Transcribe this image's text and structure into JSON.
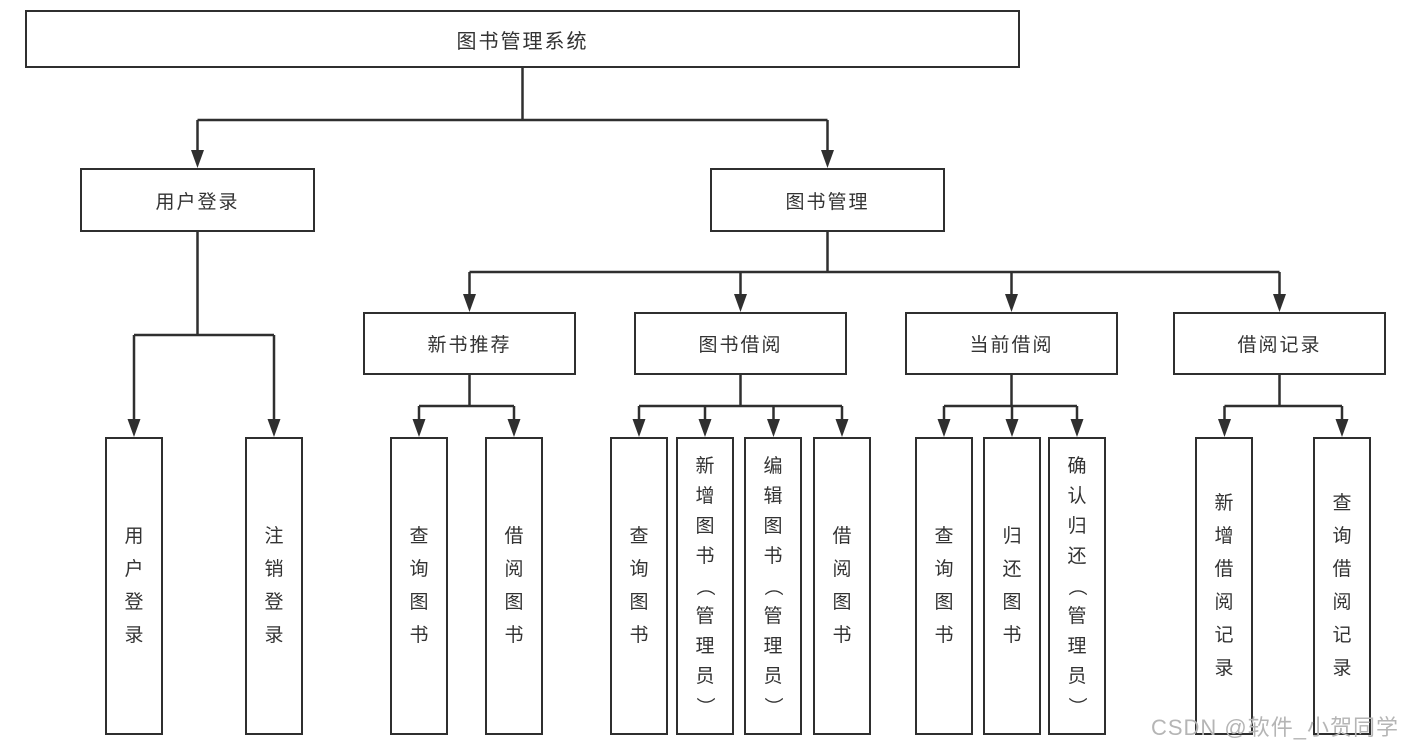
{
  "diagram": {
    "title": "图书管理系统",
    "nodes": {
      "root": "图书管理系统",
      "user_login": "用户登录",
      "book_mgmt": "图书管理",
      "new_books": "新书推荐",
      "book_borrow": "图书借阅",
      "current_borrow": "当前借阅",
      "borrow_records": "借阅记录"
    },
    "leaves": {
      "user": [
        "用户登录",
        "注销登录"
      ],
      "new_books": [
        "查询图书",
        "借阅图书"
      ],
      "book_borrow": [
        "查询图书",
        "新增图书（管理员）",
        "编辑图书（管理员）",
        "借阅图书"
      ],
      "current_borrow": [
        "查询图书",
        "归还图书",
        "确认归还（管理员）"
      ],
      "borrow_records": [
        "新增借阅记录",
        "查询借阅记录"
      ]
    },
    "colors": {
      "line": "#2f2f2f",
      "text": "#333333",
      "background": "#ffffff",
      "watermark": "#b5b5b5"
    }
  },
  "watermark": "CSDN @软件_小贺同学"
}
